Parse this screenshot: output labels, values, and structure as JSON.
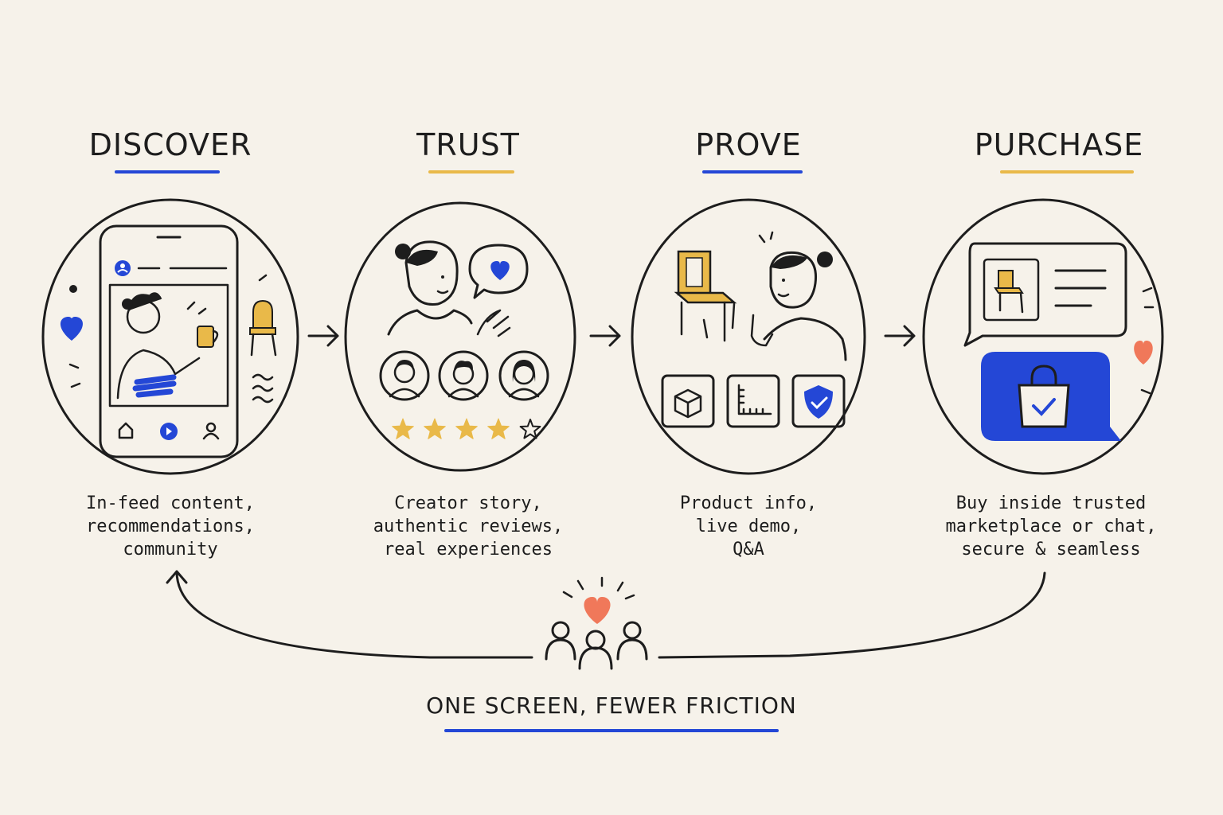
{
  "colors": {
    "blue": "#2447d6",
    "yellow": "#e9b949",
    "coral": "#f0785a",
    "ink": "#1d1d1d",
    "paper": "#f6f2ea"
  },
  "stages": [
    {
      "title": "DISCOVER",
      "description": "In-feed content,\nrecommendations,\ncommunity",
      "underline_color": "#2447d6"
    },
    {
      "title": "TRUST",
      "description": "Creator story,\nauthentic reviews,\nreal experiences",
      "underline_color": "#e9b949"
    },
    {
      "title": "PROVE",
      "description": "Product info,\nlive demo,\nQ&A",
      "underline_color": "#2447d6"
    },
    {
      "title": "PURCHASE",
      "description": "Buy inside trusted\nmarketplace or chat,\nsecure & seamless",
      "underline_color": "#e9b949"
    }
  ],
  "footer": {
    "label": "ONE SCREEN, FEWER FRICTION"
  },
  "icons": {
    "phone": "smartphone-icon",
    "heart": "heart-icon",
    "chair": "chair-icon",
    "star": "star-icon",
    "box": "box-icon",
    "ruler": "ruler-icon",
    "shield": "shield-check-icon",
    "bag": "shopping-bag-icon",
    "community": "community-icon"
  },
  "trust_rating": {
    "filled_stars": 4,
    "total_stars": 5
  }
}
